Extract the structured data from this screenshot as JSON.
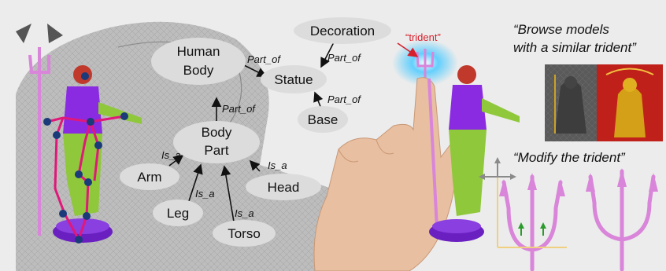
{
  "graph": {
    "nodes": {
      "human_body": [
        "Human",
        "Body"
      ],
      "statue": "Statue",
      "decoration": "Decoration",
      "base": "Base",
      "body_part": [
        "Body",
        "Part"
      ],
      "arm": "Arm",
      "head": "Head",
      "leg": "Leg",
      "torso": "Torso"
    },
    "edges": {
      "part_of": "Part_of",
      "is_a": "Is_a"
    }
  },
  "selection_tag": "“trident”",
  "captions": {
    "browse": [
      "“Browse models",
      "with a similar trident”"
    ],
    "modify": "“Modify the trident”"
  },
  "colors": {
    "background": "#ececec",
    "node_fill": "#dcdcdc",
    "skeleton": "#e0187a",
    "joint": "#1a3a7a",
    "head": "#c0392b",
    "torso": "#8a2be2",
    "legs": "#8fc83a",
    "base": "#6a1fc0",
    "trident": "#d985d9",
    "glow": "#55ccff",
    "tag_arrow": "#d61f2c"
  },
  "icons": [
    "trident-icon",
    "hand-icon",
    "move-gizmo-icon"
  ]
}
